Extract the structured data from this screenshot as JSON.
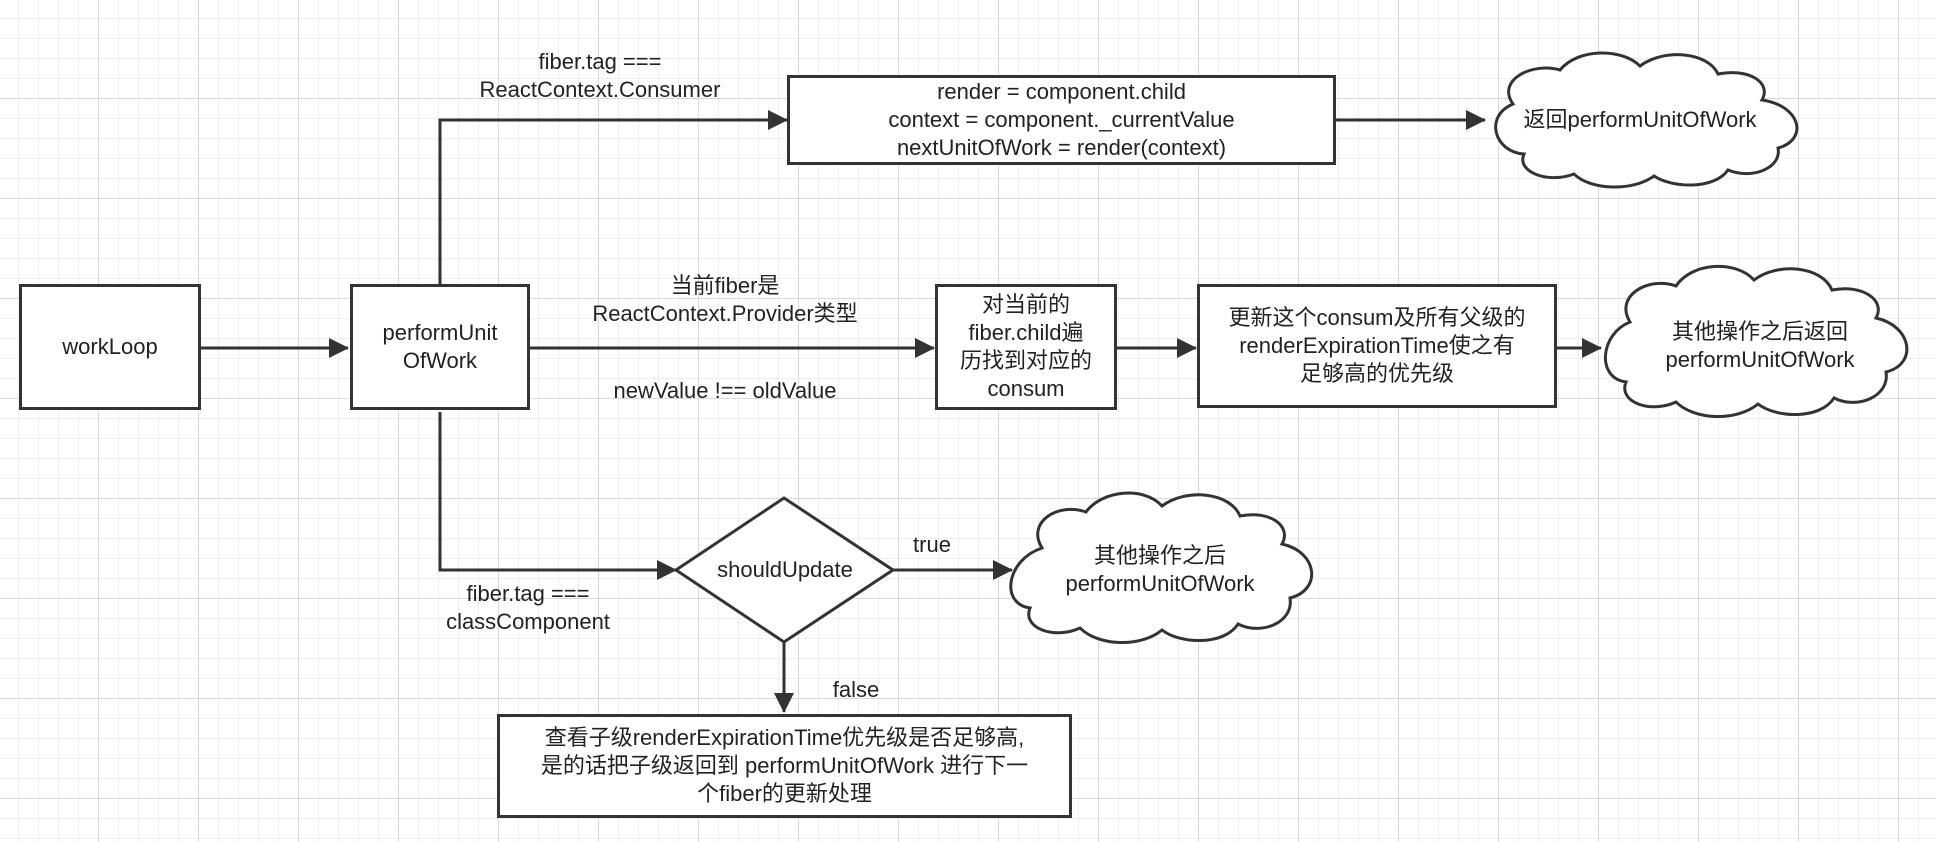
{
  "nodes": {
    "workloop": "workLoop",
    "perform_unit": "performUnit\nOfWork",
    "consumer_box": "render = component.child\ncontext = component._currentValue\nnextUnitOfWork = render(context)",
    "return_cloud": "返回performUnitOfWork",
    "traverse_box": "对当前的\nfiber.child遍\n历找到对应的\nconsum",
    "update_box": "更新这个consum及所有父级的\nrenderExpirationTime使之有\n足够高的优先级",
    "other_return_cloud": "其他操作之后返回\nperformUnitOfWork",
    "should_update": "shouldUpdate",
    "other_cloud": "其他操作之后\nperformUnitOfWork",
    "check_child_box": "查看子级renderExpirationTime优先级是否足够高,\n是的话把子级返回到 performUnitOfWork 进行下一\n个fiber的更新处理"
  },
  "edge_labels": {
    "consumer_condition": "fiber.tag ===\nReactContext.Consumer",
    "provider_condition": "当前fiber是\nReactContext.Provider类型",
    "value_changed": "newValue !== oldValue",
    "class_condition": "fiber.tag ===\nclassComponent",
    "true_label": "true",
    "false_label": "false"
  },
  "colors": {
    "stroke": "#333333",
    "text": "#222222"
  }
}
